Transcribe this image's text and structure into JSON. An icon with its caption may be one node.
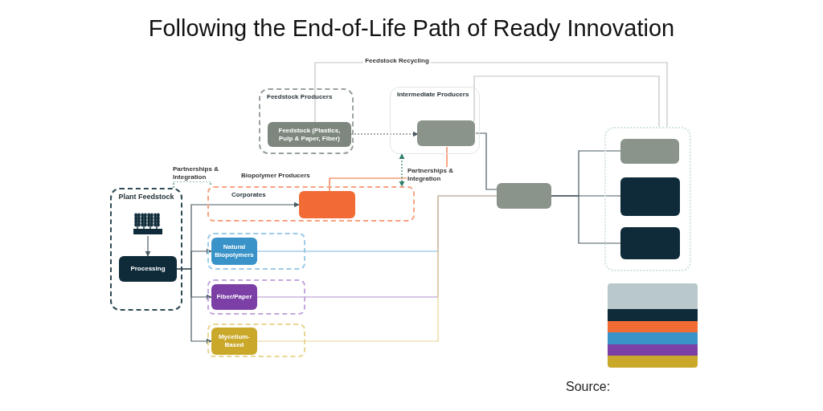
{
  "diagram": {
    "title": "Following the End-of-Life Path of Ready Innovation",
    "nodes": [
      {
        "text": [
          "Plant Feedstock"
        ]
      },
      {
        "text": [],
        "shape": "picture",
        "in": 0
      },
      {
        "text": [
          "Processing"
        ],
        "in": 0
      },
      {
        "text": [
          "Corporates"
        ]
      },
      {
        "text": [],
        "shape": "box",
        "in": 3
      },
      {
        "text": [],
        "shape": "box"
      },
      {
        "text": [
          "Natural Biopolymers"
        ],
        "in": 5
      },
      {
        "text": [],
        "shape": "box"
      },
      {
        "text": [
          "Fiber/Paper"
        ],
        "in": 7
      },
      {
        "text": [],
        "shape": "box"
      },
      {
        "text": [
          "Mycelium-Based"
        ],
        "in": 9
      },
      {
        "text": [
          "Feedstock Producers"
        ]
      },
      {
        "text": [
          "Feedstock (Plastics, Pulp & Paper, Fiber)"
        ],
        "in": 11
      },
      {
        "text": [
          "Intermediate Producers"
        ]
      },
      {
        "text": [],
        "shape": "box",
        "in": 13
      },
      {
        "text": [],
        "shape": "box"
      },
      {
        "text": [],
        "shape": "box"
      },
      {
        "text": [],
        "shape": "box",
        "in": 16
      },
      {
        "text": [],
        "shape": "box",
        "in": 16
      },
      {
        "text": [],
        "shape": "box",
        "in": 16
      }
    ],
    "edges": [
      {
        "from": 1,
        "to": 2,
        "arrow": "to"
      },
      {
        "from": 2,
        "to": 4,
        "arrow": "to"
      },
      {
        "from": 2,
        "to": 6,
        "arrow": "to"
      },
      {
        "from": 2,
        "to": 8,
        "arrow": "to"
      },
      {
        "from": 2,
        "to": 10,
        "arrow": "to"
      },
      {
        "from": 0,
        "to": 3,
        "arrow": "none",
        "label": "Partnerships & Integration",
        "style": "dashed",
        "color": "#2e7d6b"
      },
      {
        "from": 12,
        "to": 14,
        "arrow": "to",
        "style": "dashed"
      },
      {
        "from": 4,
        "to": 14,
        "arrow": "none",
        "color": "#f26b35"
      },
      {
        "from": 13,
        "to": 3,
        "arrow": "both",
        "label": "Partnerships & Integration",
        "style": "dashed",
        "color": "#2e7d6b"
      },
      {
        "from": 6,
        "to": 15,
        "arrow": "none",
        "color": "#7ab8de"
      },
      {
        "from": 8,
        "to": 15,
        "arrow": "none",
        "color": "#b48fd0"
      },
      {
        "from": 10,
        "to": 15,
        "arrow": "none",
        "color": "#e8d591"
      },
      {
        "from": 14,
        "to": 15,
        "arrow": "none"
      },
      {
        "from": 15,
        "to": 17,
        "arrow": "none"
      },
      {
        "from": 15,
        "to": 18,
        "arrow": "none"
      },
      {
        "from": 15,
        "to": 19,
        "arrow": "none"
      },
      {
        "from": 16,
        "to": 12,
        "arrow": "none",
        "label": "Feedstock Recycling",
        "color": "#c0c4c4"
      },
      {
        "from": 16,
        "to": 14,
        "arrow": "none",
        "color": "#c0c4c4"
      }
    ],
    "labels": [
      "Biopolymer Producers",
      "Source:"
    ]
  }
}
